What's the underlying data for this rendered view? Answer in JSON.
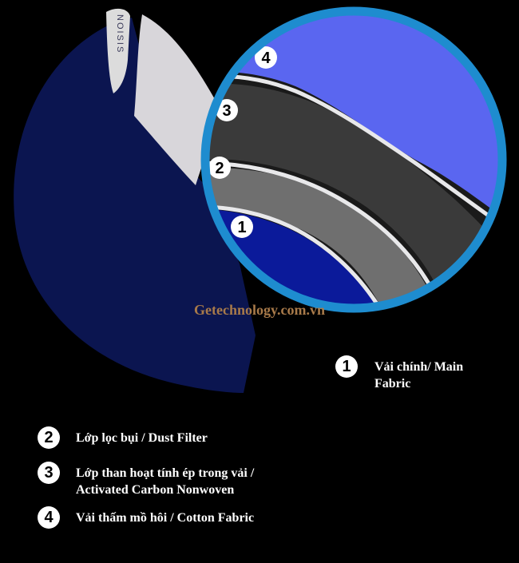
{
  "brand_mark": "NOISIS",
  "watermark": "Getechnology.com.vn",
  "layers": [
    {
      "number": "1",
      "label_lines": [
        "Vải chính/ Main",
        "Fabric"
      ],
      "color": "#0b1a9a"
    },
    {
      "number": "2",
      "label_lines": [
        "Lớp lọc bụi / Dust Filter"
      ],
      "color": "#6f6f6f"
    },
    {
      "number": "3",
      "label_lines": [
        "Lớp than hoạt tính ép trong vải /",
        "Activated Carbon Nonwoven"
      ],
      "color": "#3a3a3a"
    },
    {
      "number": "4",
      "label_lines": [
        "Vải thấm mồ hôi / Cotton Fabric"
      ],
      "color": "#5a66f0"
    }
  ],
  "colors": {
    "mask_body": "#0b1550",
    "mask_inner": "#d8d6da",
    "magnifier_ring": "#1e8ccf",
    "seam": "#e8e8ea",
    "watermark": "#a87a4a"
  }
}
